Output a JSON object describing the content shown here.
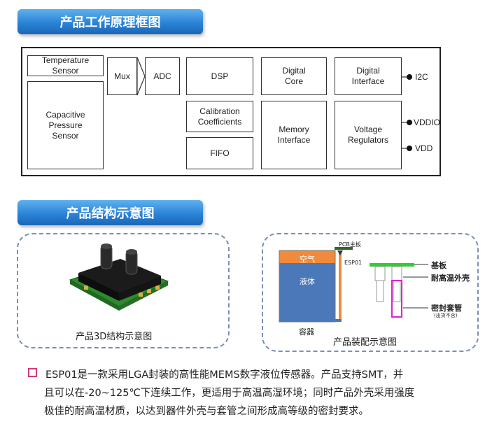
{
  "banners": {
    "top": "产品工作原理框图",
    "middle": "产品结构示意图"
  },
  "blocks": {
    "temperature_sensor": "Temperature\nSensor",
    "capacitive_pressure_sensor": "Capacitive\nPressure\nSensor",
    "mux": "Mux",
    "adc": "ADC",
    "dsp": "DSP",
    "calibration_coefficients": "Calibration\nCoefficients",
    "fifo": "FIFO",
    "digital_core": "Digital\nCore",
    "memory_interface": "Memory\nInterface",
    "digital_interface": "Digital\nInterface",
    "voltage_regulators": "Voltage\nRegulators"
  },
  "pins": {
    "i2c": "I2C",
    "vddio": "VDDIO",
    "vdd": "VDD"
  },
  "captions": {
    "left": "产品3D结构示意图",
    "right": "产品装配示意图"
  },
  "assembly": {
    "pcb_label": "PCB主板",
    "esp_label": "ESP01",
    "air_label": "空气",
    "liquid_label": "液体",
    "container_label": "容器",
    "substrate_label": "基板",
    "housing_label": "耐高温外壳",
    "sleeve_label": "密封套管",
    "sleeve_note": "(出货不含)"
  },
  "description": {
    "line1": "ESP01是一款采用LGA封装的高性能MEMS数字液位传感器。产品支持SMT，并",
    "line2": "且可以在-20~125℃下连续工作，更适用于高温高湿环境；同时产品外壳采用强度",
    "line3": "极佳的耐高温材质，以达到器件外壳与套管之间形成高等级的密封要求。"
  },
  "colors": {
    "banner": "#2b83d6",
    "air": "#f08a3c",
    "liquid": "#4a78b8",
    "substrate": "#33cc33",
    "sleeve": "#e020d0",
    "bullet": "#d23c78"
  }
}
